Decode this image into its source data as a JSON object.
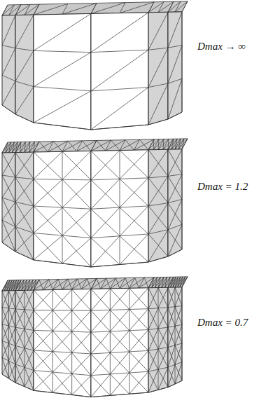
{
  "diagram": {
    "labels": [
      "Dmax → ∞",
      "Dmax = 1.2",
      "Dmax = 0.7"
    ]
  }
}
